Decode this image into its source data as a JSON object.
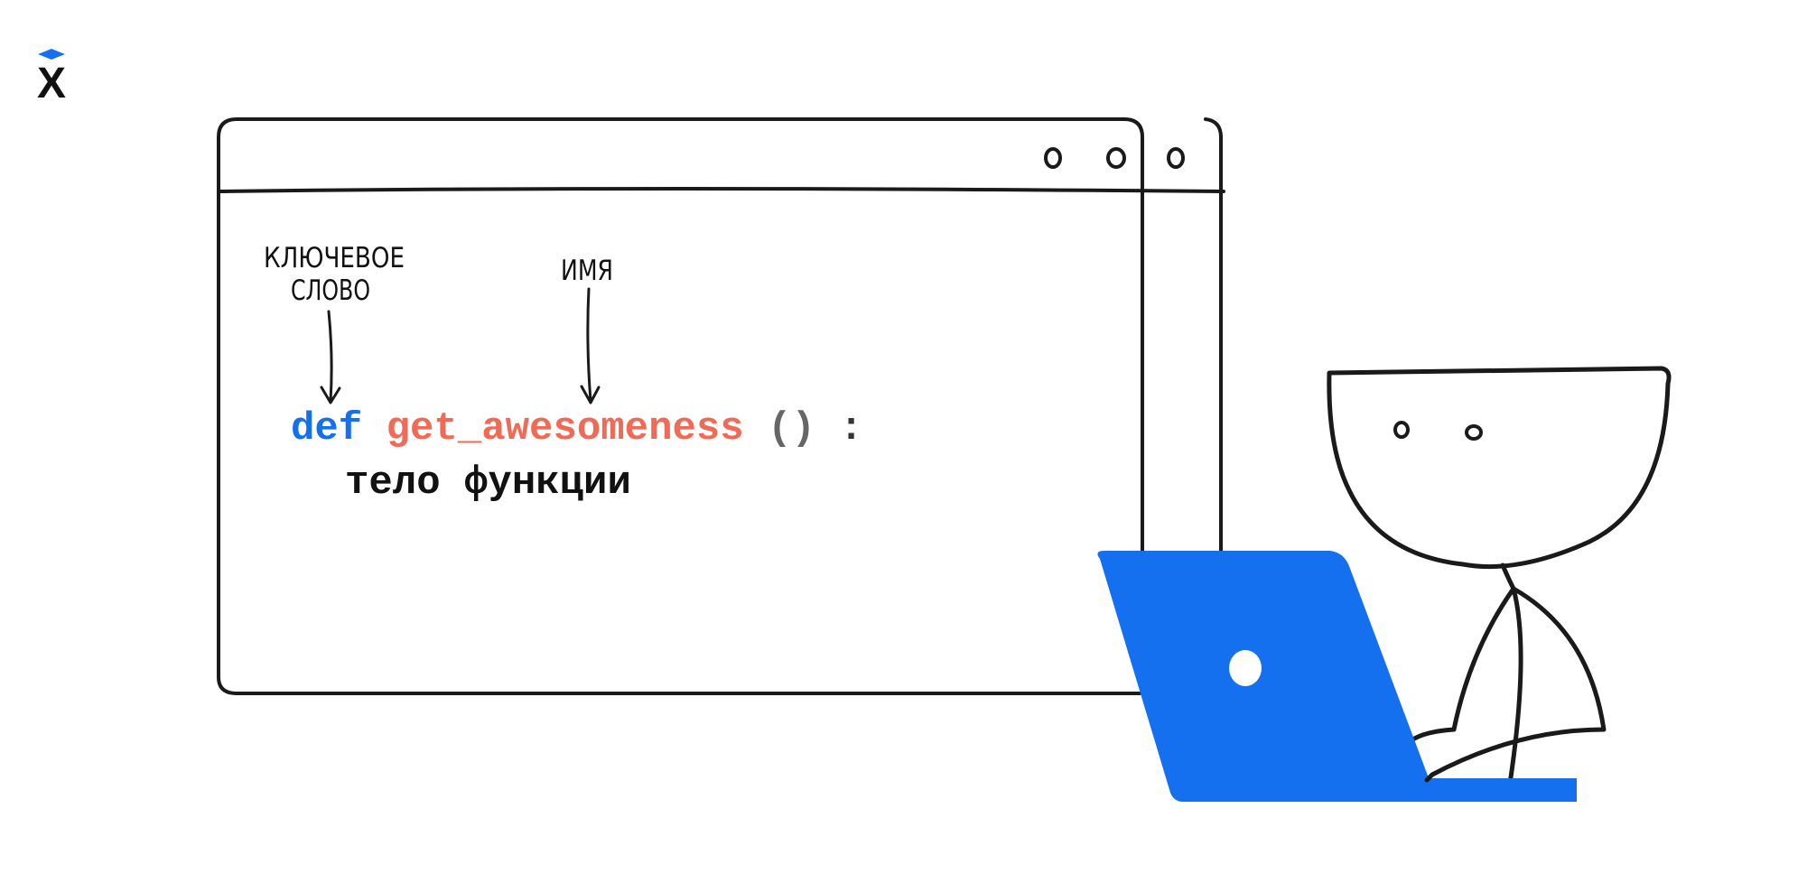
{
  "annotations": {
    "keyword_label": [
      "КЛЮЧЕВОЕ",
      "СЛОВО"
    ],
    "name_label": "ИМЯ"
  },
  "code": {
    "keyword": "def",
    "function_name": "get_awesomeness",
    "parens": "()",
    "colon": ":",
    "body": "тело функции"
  },
  "colors": {
    "keyword": "#1570EF",
    "function_name": "#F06A55",
    "parens": "#666666",
    "laptop": "#1570EF",
    "stroke": "#1a1a1a",
    "logo_accent": "#1570EF"
  },
  "logo": {
    "letter": "X"
  }
}
